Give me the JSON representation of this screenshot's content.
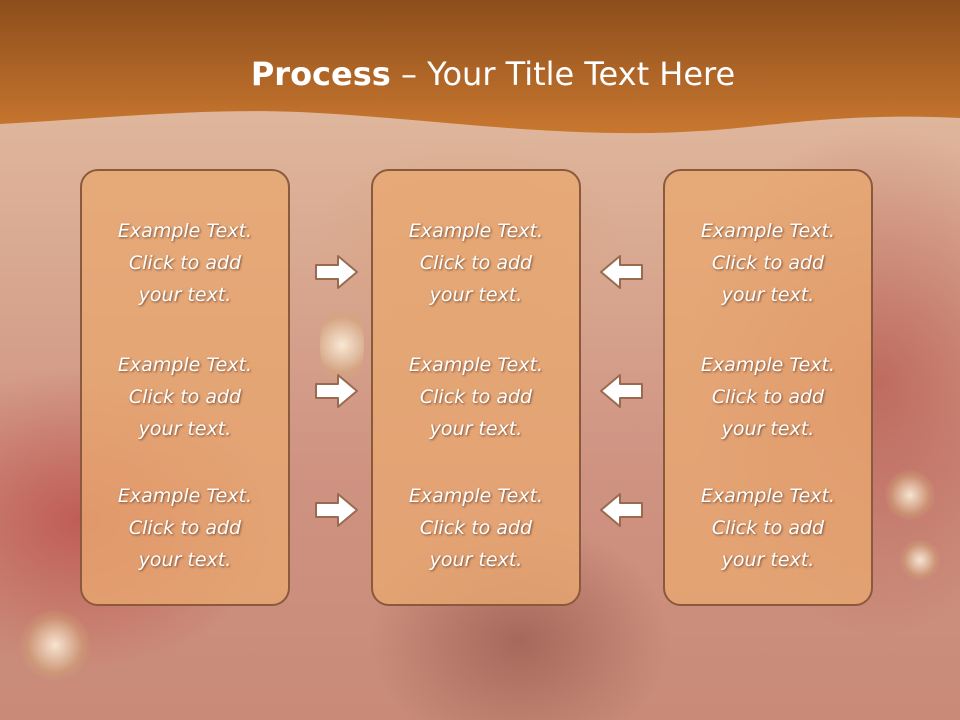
{
  "title": {
    "bold": "Process",
    "rest": " – Your Title Text Here"
  },
  "colors": {
    "header": "#b86a2a",
    "panel_fill": "#e8a870",
    "panel_border": "#8a5a3c",
    "arrow_fill": "#ffffff",
    "arrow_stroke": "#9a6a50"
  },
  "columns": [
    {
      "items": [
        {
          "line1": "Example Text.",
          "line2": "Click  to add",
          "line3": "your text."
        },
        {
          "line1": "Example Text.",
          "line2": "Click  to add",
          "line3": "your text."
        },
        {
          "line1": "Example Text.",
          "line2": "Click  to add",
          "line3": "your text."
        }
      ]
    },
    {
      "items": [
        {
          "line1": "Example Text.",
          "line2": "Click  to add",
          "line3": "your text."
        },
        {
          "line1": "Example Text.",
          "line2": "Click  to add",
          "line3": "your text."
        },
        {
          "line1": "Example Text.",
          "line2": "Click  to add",
          "line3": "your text."
        }
      ]
    },
    {
      "items": [
        {
          "line1": "Example Text.",
          "line2": "Click  to add",
          "line3": "your text."
        },
        {
          "line1": "Example Text.",
          "line2": "Click  to add",
          "line3": "your text."
        },
        {
          "line1": "Example Text.",
          "line2": "Click  to add",
          "line3": "your text."
        }
      ]
    }
  ],
  "arrows": {
    "left_group": {
      "direction": "right",
      "icon": "arrow-right-icon"
    },
    "right_group": {
      "direction": "left",
      "icon": "arrow-left-icon"
    }
  }
}
